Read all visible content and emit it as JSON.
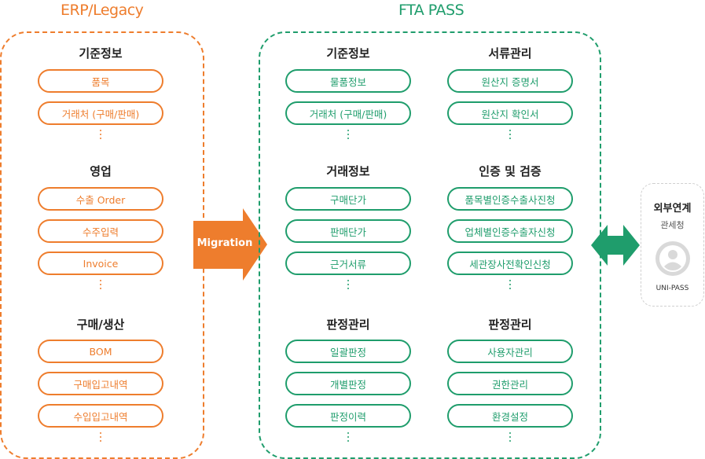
{
  "erp": {
    "title": "ERP/Legacy",
    "sections": [
      {
        "heading": "기준정보",
        "items": [
          "품목",
          "거래처 (구매/판매)"
        ]
      },
      {
        "heading": "영업",
        "items": [
          "수출 Order",
          "수주입력",
          "Invoice"
        ]
      },
      {
        "heading": "구매/생산",
        "items": [
          "BOM",
          "구매입고내역",
          "수입입고내역"
        ]
      }
    ]
  },
  "migration_label": "Migration",
  "fta": {
    "title": "FTA PASS",
    "left_sections": [
      {
        "heading": "기준정보",
        "items": [
          "물품정보",
          "거래처 (구매/판매)"
        ]
      },
      {
        "heading": "거래정보",
        "items": [
          "구매단가",
          "판매단가",
          "근거서류"
        ]
      },
      {
        "heading": "판정관리",
        "items": [
          "일괄판정",
          "개별판정",
          "판정이력"
        ]
      }
    ],
    "right_sections": [
      {
        "heading": "서류관리",
        "items": [
          "원산지 증명서",
          "원산지 확인서"
        ]
      },
      {
        "heading": "인증 및 검증",
        "items": [
          "품목별인증수출사진청",
          "업체별인증수출자신청",
          "세관장사전확인신청"
        ]
      },
      {
        "heading": "판정관리",
        "items": [
          "사용자관리",
          "권한관리",
          "환경설정"
        ]
      }
    ]
  },
  "external": {
    "title": "외부연계",
    "subtitle": "관세청",
    "logo_label": "UNI-PASS"
  },
  "colors": {
    "orange": "#ee7d2d",
    "green": "#1f9d6c"
  }
}
